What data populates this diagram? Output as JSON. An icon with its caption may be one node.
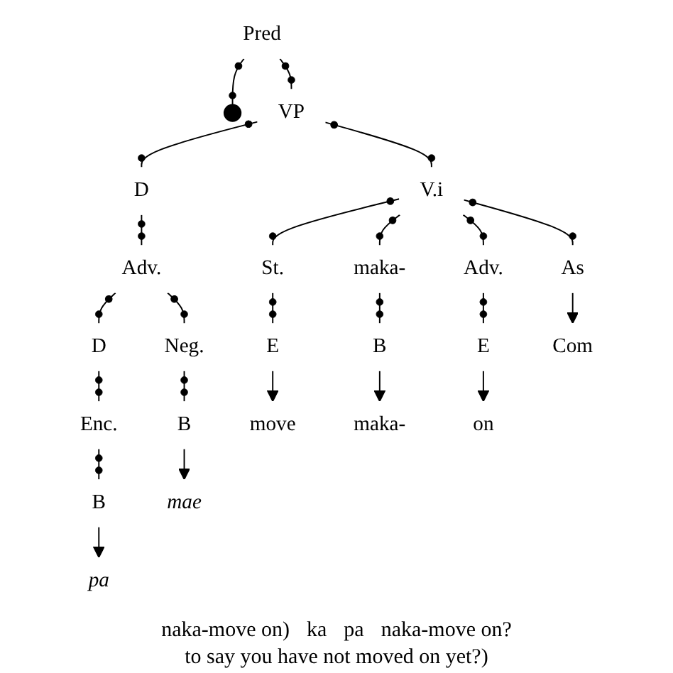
{
  "diagram": {
    "nodes": [
      {
        "text": [
          "Pred"
        ]
      },
      {
        "text": [],
        "shape": "circle"
      },
      {
        "text": [
          "VP"
        ]
      },
      {
        "text": [
          "D"
        ]
      },
      {
        "text": [
          "V.i"
        ]
      },
      {
        "text": [
          "Adv."
        ]
      },
      {
        "text": [
          "St."
        ]
      },
      {
        "text": [
          "maka-"
        ]
      },
      {
        "text": [
          "As"
        ]
      },
      {
        "text": [
          "Adv."
        ]
      },
      {
        "text": [
          "Neg."
        ]
      },
      {
        "text": [
          "D"
        ]
      },
      {
        "text": [
          "Enc."
        ]
      },
      {
        "text": [
          "B"
        ]
      },
      {
        "text": [
          "B"
        ]
      },
      {
        "text": [
          "E"
        ]
      },
      {
        "text": [
          "B"
        ]
      },
      {
        "text": [
          "E"
        ]
      },
      {
        "text": [
          "mae"
        ]
      },
      {
        "text": [
          "pa"
        ]
      },
      {
        "text": [
          "move"
        ]
      },
      {
        "text": [
          "maka-"
        ]
      },
      {
        "text": [
          "Com"
        ]
      },
      {
        "text": [
          "on"
        ]
      }
    ],
    "edges": [
      {
        "from": 0,
        "to": 1,
        "arrow": "other"
      },
      {
        "from": 0,
        "to": 2,
        "arrow": "other"
      },
      {
        "from": 2,
        "to": 3,
        "arrow": "other"
      },
      {
        "from": 2,
        "to": 4,
        "arrow": "other"
      },
      {
        "from": 3,
        "to": 5,
        "arrow": "other"
      },
      {
        "from": 4,
        "to": 6,
        "arrow": "other"
      },
      {
        "from": 4,
        "to": 7,
        "arrow": "other"
      },
      {
        "from": 4,
        "to": 8,
        "arrow": "other"
      },
      {
        "from": 4,
        "to": 9,
        "arrow": "other"
      },
      {
        "from": 5,
        "to": 10,
        "arrow": "other"
      },
      {
        "from": 5,
        "to": 11,
        "arrow": "other"
      },
      {
        "from": 11,
        "to": 12,
        "arrow": "other"
      },
      {
        "from": 10,
        "to": 13,
        "arrow": "other"
      },
      {
        "from": 12,
        "to": 14,
        "arrow": "other"
      },
      {
        "from": 6,
        "to": 15,
        "arrow": "other"
      },
      {
        "from": 7,
        "to": 16,
        "arrow": "other"
      },
      {
        "from": 9,
        "to": 17,
        "arrow": "other"
      },
      {
        "from": 13,
        "to": 18,
        "arrow": "to"
      },
      {
        "from": 14,
        "to": 19,
        "arrow": "to"
      },
      {
        "from": 15,
        "to": 20,
        "arrow": "to"
      },
      {
        "from": 16,
        "to": 21,
        "arrow": "to"
      },
      {
        "from": 8,
        "to": 22,
        "arrow": "to"
      },
      {
        "from": 17,
        "to": 23,
        "arrow": "to"
      }
    ],
    "labels": [
      "naka-move on)",
      "ka",
      "pa",
      "naka-move on?",
      "to say you have not moved on yet?)"
    ]
  }
}
